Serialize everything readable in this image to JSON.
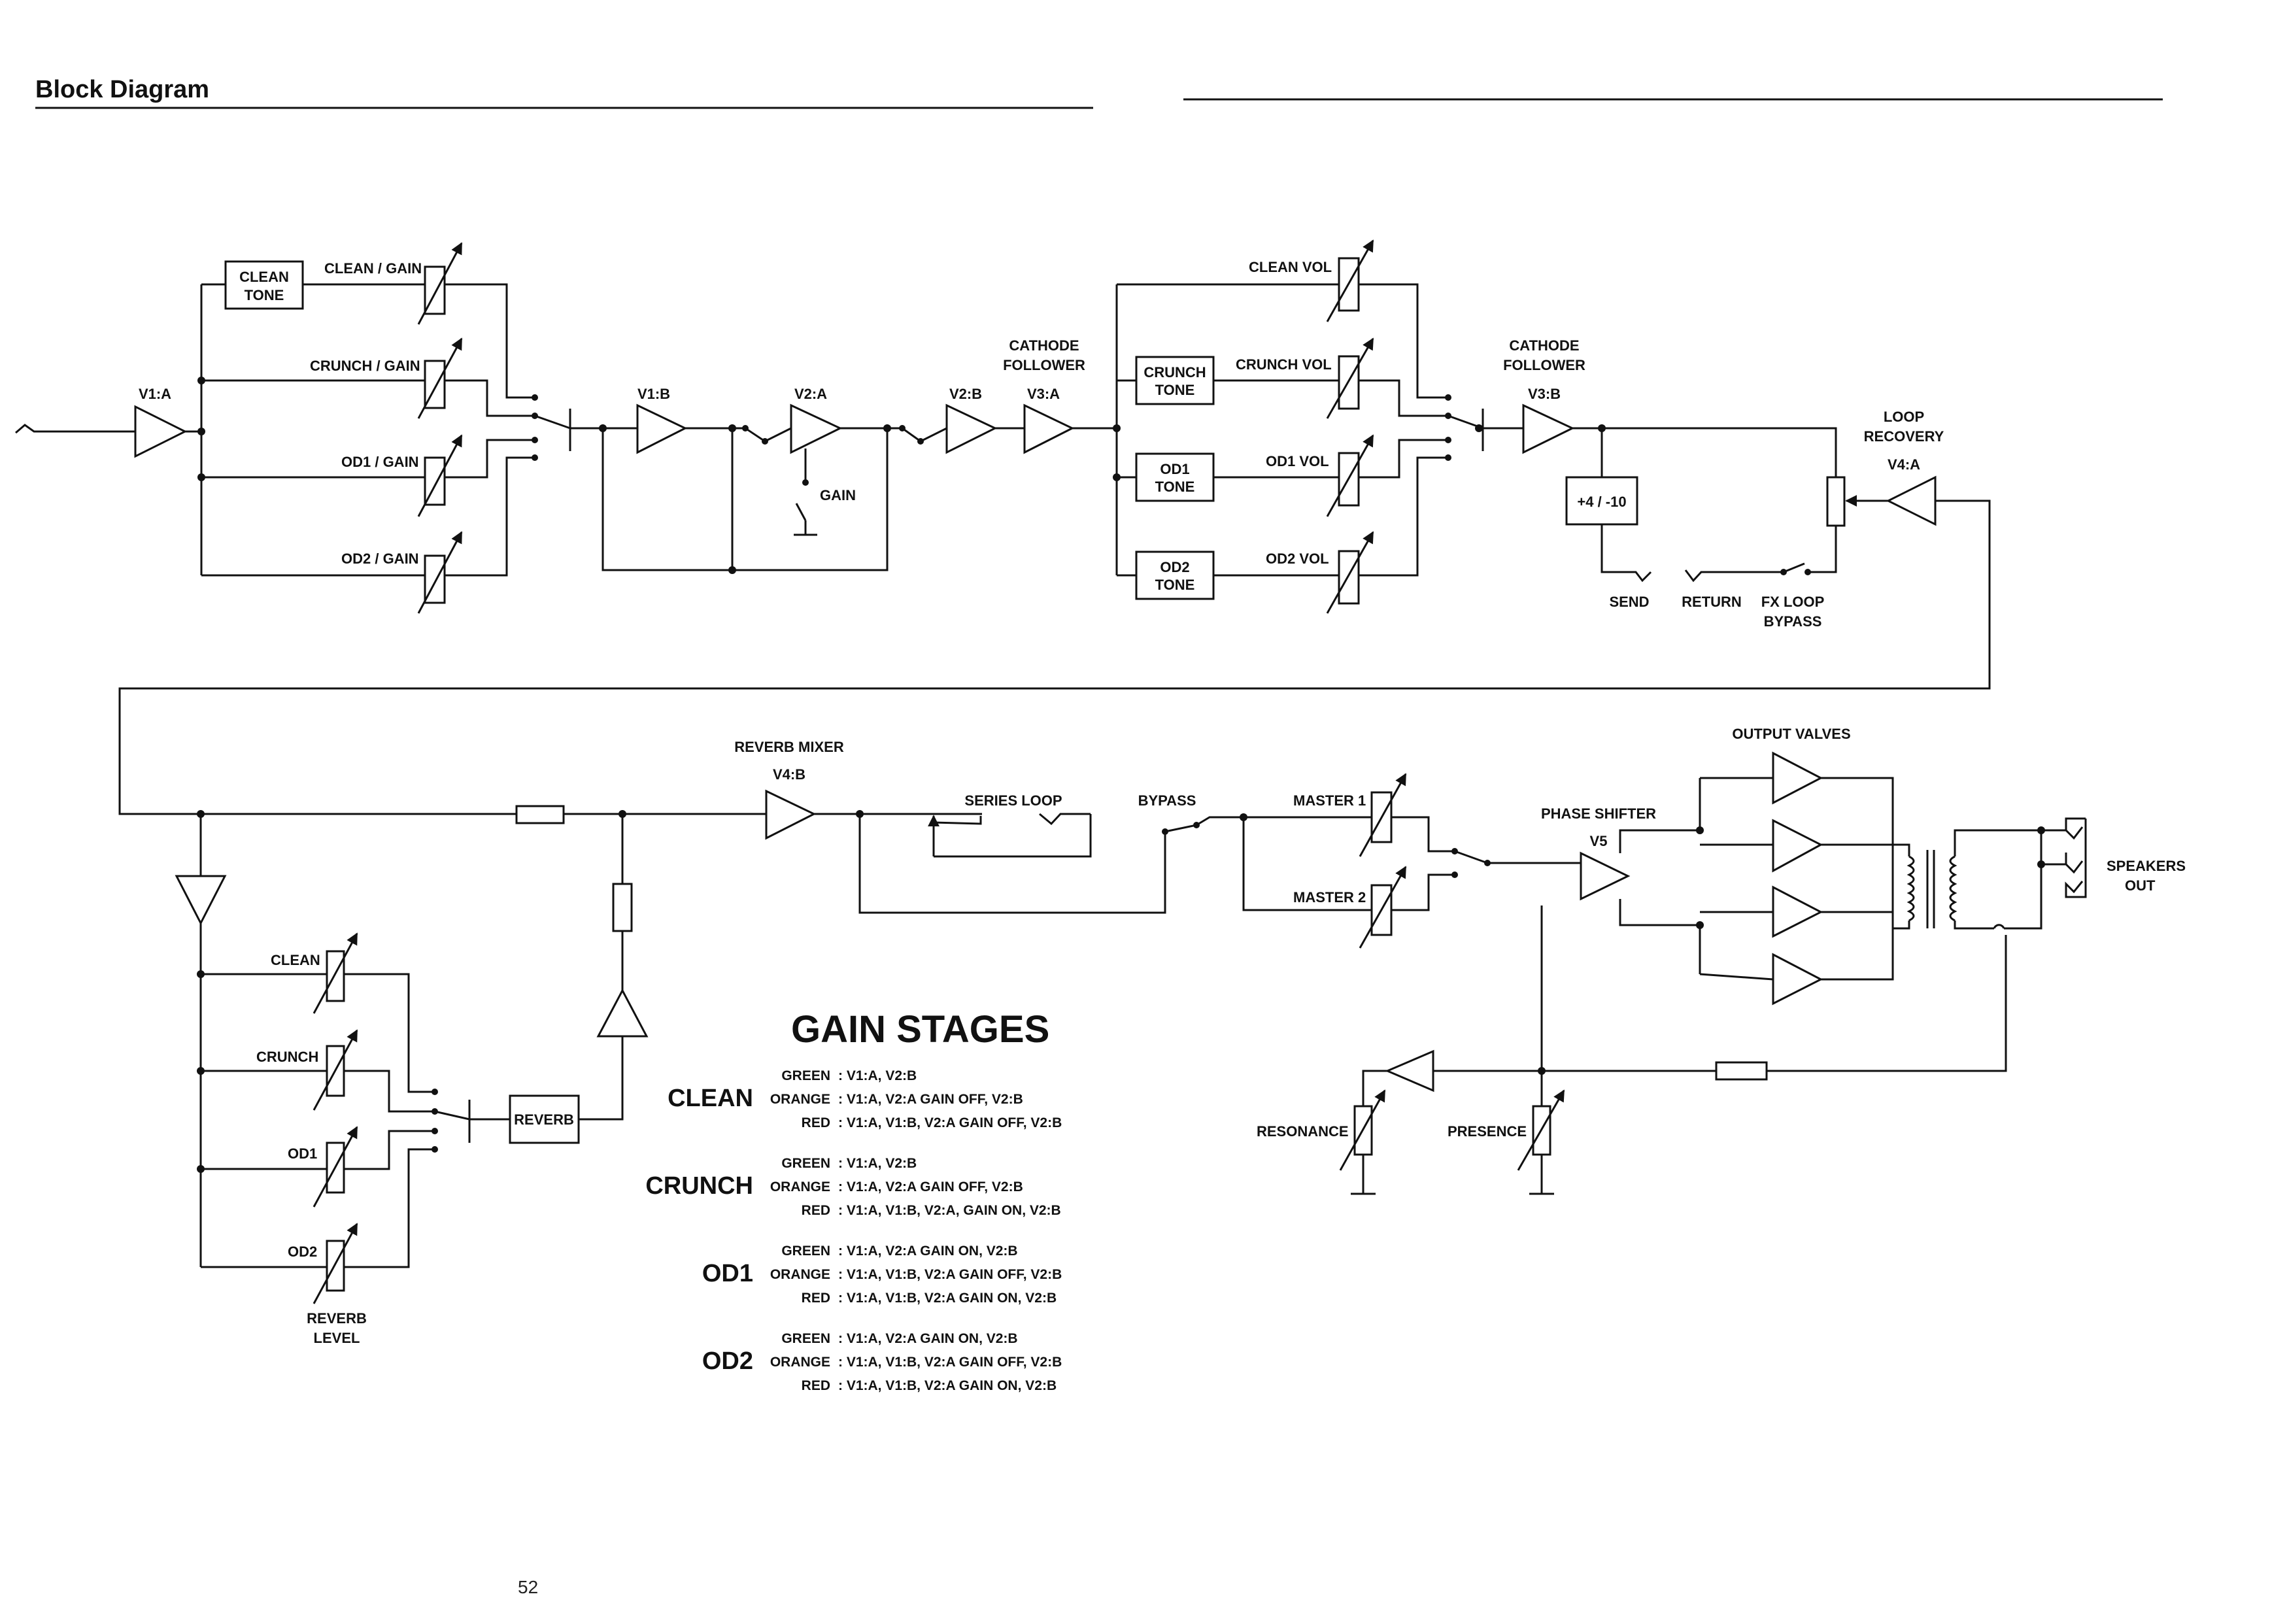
{
  "page": {
    "title": "Block Diagram",
    "page_number": "52"
  },
  "labels": {
    "v1a": "V1:A",
    "v1b": "V1:B",
    "v2a": "V2:A",
    "v2b": "V2:B",
    "v3a": "V3:A",
    "v3b": "V3:B",
    "v4a": "V4:A",
    "v4b": "V4:B",
    "v5": "V5",
    "clean_tone": [
      "CLEAN",
      "TONE"
    ],
    "crunch_tone": [
      "CRUNCH",
      "TONE"
    ],
    "od1_tone": [
      "OD1",
      "TONE"
    ],
    "od2_tone": [
      "OD2",
      "TONE"
    ],
    "clean_gain": "CLEAN / GAIN",
    "crunch_gain": "CRUNCH / GAIN",
    "od1_gain": "OD1 / GAIN",
    "od2_gain": "OD2 / GAIN",
    "gain_switch": "GAIN",
    "cathode_follower_1": [
      "CATHODE",
      "FOLLOWER"
    ],
    "cathode_follower_2": [
      "CATHODE",
      "FOLLOWER"
    ],
    "clean_vol": "CLEAN VOL",
    "crunch_vol": "CRUNCH VOL",
    "od1_vol": "OD1 VOL",
    "od2_vol": "OD2 VOL",
    "fx_level": "+4 / -10",
    "send": "SEND",
    "return": "RETURN",
    "fx_loop_bypass": [
      "FX LOOP",
      "BYPASS"
    ],
    "loop_recovery": [
      "LOOP",
      "RECOVERY"
    ],
    "reverb_mixer": "REVERB MIXER",
    "series_loop": "SERIES LOOP",
    "bypass": "BYPASS",
    "master1": "MASTER 1",
    "master2": "MASTER 2",
    "phase_shifter": "PHASE SHIFTER",
    "output_valves": "OUTPUT VALVES",
    "speaker_out": [
      "SPEAKERS",
      "OUT"
    ],
    "rev_clean": "CLEAN",
    "rev_crunch": "CRUNCH",
    "rev_od1": "OD1",
    "rev_od2": "OD2",
    "reverb_level": [
      "REVERB",
      "LEVEL"
    ],
    "reverb": "REVERB",
    "resonance": "RESONANCE",
    "presence": "PRESENCE"
  },
  "gain_stages": {
    "title": "GAIN STAGES",
    "modes": [
      {
        "name": "CLEAN",
        "rows": [
          {
            "color": "GREEN",
            "stages": ": V1:A, V2:B"
          },
          {
            "color": "ORANGE",
            "stages": ": V1:A, V2:A GAIN OFF, V2:B"
          },
          {
            "color": "RED",
            "stages": ": V1:A, V1:B, V2:A GAIN OFF, V2:B"
          }
        ]
      },
      {
        "name": "CRUNCH",
        "rows": [
          {
            "color": "GREEN",
            "stages": ": V1:A, V2:B"
          },
          {
            "color": "ORANGE",
            "stages": ": V1:A, V2:A GAIN OFF, V2:B"
          },
          {
            "color": "RED",
            "stages": ": V1:A, V1:B, V2:A, GAIN ON, V2:B"
          }
        ]
      },
      {
        "name": "OD1",
        "rows": [
          {
            "color": "GREEN",
            "stages": ": V1:A, V2:A GAIN ON, V2:B"
          },
          {
            "color": "ORANGE",
            "stages": ": V1:A, V1:B, V2:A GAIN OFF, V2:B"
          },
          {
            "color": "RED",
            "stages": ": V1:A, V1:B, V2:A GAIN ON, V2:B"
          }
        ]
      },
      {
        "name": "OD2",
        "rows": [
          {
            "color": "GREEN",
            "stages": ": V1:A, V2:A GAIN ON, V2:B"
          },
          {
            "color": "ORANGE",
            "stages": ": V1:A, V1:B, V2:A GAIN OFF, V2:B"
          },
          {
            "color": "RED",
            "stages": ": V1:A, V1:B, V2:A GAIN ON, V2:B"
          }
        ]
      }
    ]
  }
}
